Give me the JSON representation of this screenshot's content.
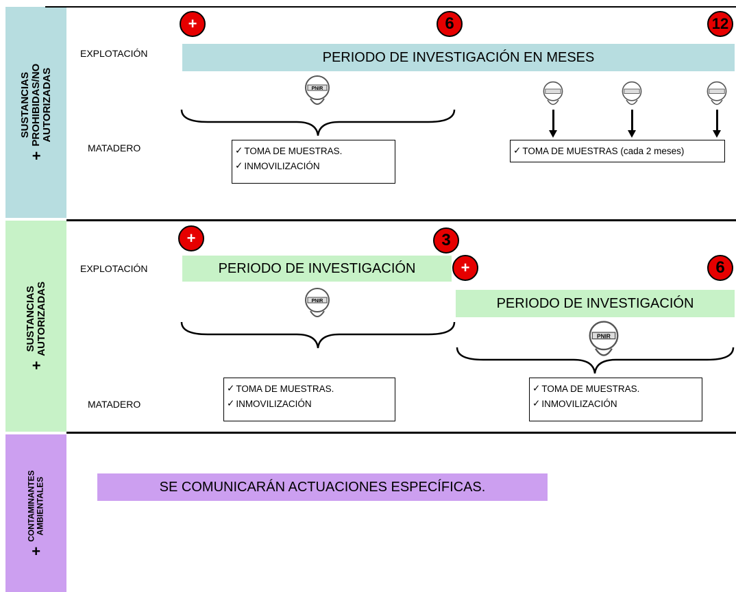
{
  "sections": {
    "prohibidas": {
      "plus": "+",
      "line1": "SUSTANCIAS",
      "line2": "PROHIBIDAS/NO",
      "line3": "AUTORIZADAS",
      "color": "#b7dde0"
    },
    "autorizadas": {
      "plus": "+",
      "line1": "SUSTANCIAS",
      "line2": "AUTORIZADAS",
      "color": "#c7f2c7"
    },
    "contaminantes": {
      "plus": "+",
      "line1": "CONTAMINANTES",
      "line2": "AMBIENTALES",
      "color": "#cc9ff0"
    }
  },
  "labels": {
    "explotacion": "EXPLOTACIÓN",
    "matadero": "MATADERO"
  },
  "top": {
    "badges": [
      "+",
      "6",
      "12"
    ],
    "bar_text": "PERIODO DE INVESTIGACIÓN EN MESES",
    "box1": [
      "TOMA DE MUESTRAS.",
      "INMOVILIZACIÓN"
    ],
    "box2": [
      "TOMA DE MUESTRAS (cada 2 meses)"
    ],
    "seal_text": "PNIR"
  },
  "middle": {
    "badges_a": [
      "+",
      "3"
    ],
    "badges_b": [
      "+",
      "6"
    ],
    "bar1_text": "PERIODO DE INVESTIGACIÓN",
    "bar2_text": "PERIODO DE INVESTIGACIÓN",
    "box1": [
      "TOMA DE MUESTRAS.",
      "INMOVILIZACIÓN"
    ],
    "box2": [
      "TOMA DE MUESTRAS.",
      "INMOVILIZACIÓN"
    ]
  },
  "bottom": {
    "bar_text": "SE COMUNICARÁN ACTUACIONES ESPECÍFICAS."
  },
  "icons": {
    "check": "✓"
  }
}
